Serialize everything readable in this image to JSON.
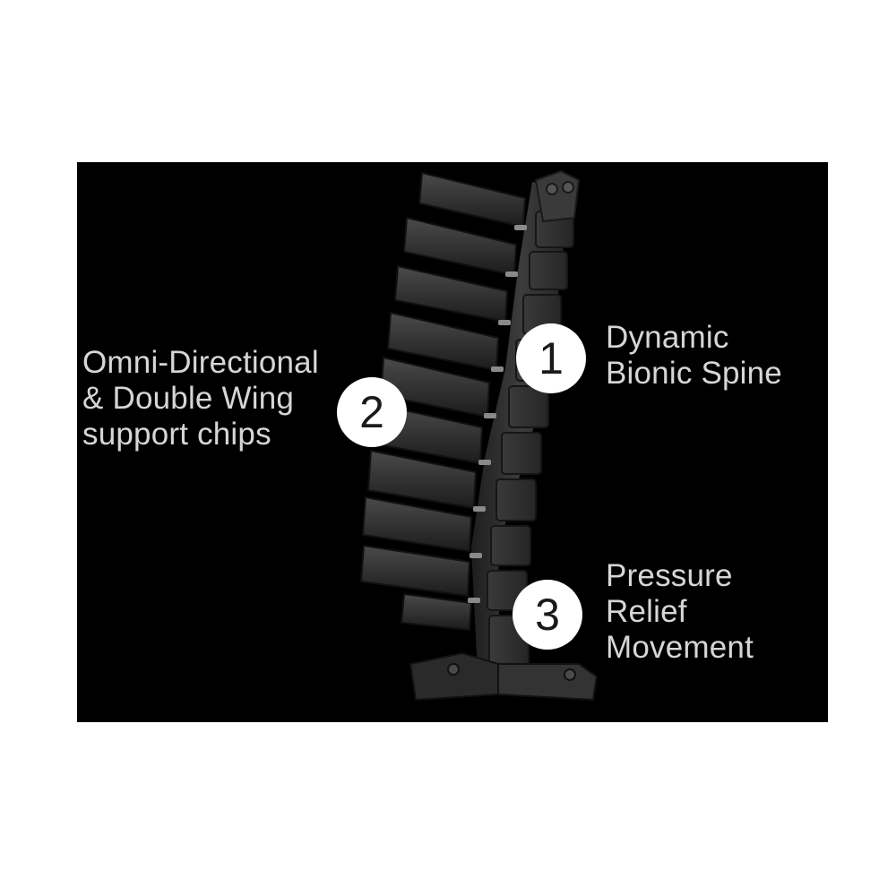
{
  "features": [
    {
      "number": "1",
      "label": "Dynamic\nBionic Spine"
    },
    {
      "number": "2",
      "label": "Omni-Directional\n& Double Wing\nsupport chips"
    },
    {
      "number": "3",
      "label": "Pressure\nRelief\nMovement"
    }
  ],
  "colors": {
    "background": "#000000",
    "label_text": "#d6d6d6",
    "badge_fill": "#ffffff",
    "badge_text": "#1a1a1a"
  }
}
